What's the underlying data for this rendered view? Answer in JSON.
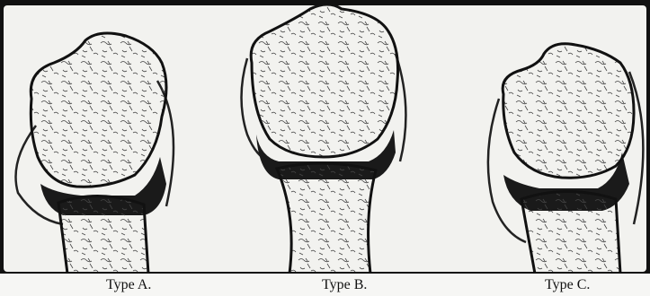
{
  "figure": {
    "captions": {
      "a": "Type A.",
      "b": "Type B.",
      "c": "Type C."
    }
  },
  "colors": {
    "background": "#f2f2ef",
    "ink": "#111111",
    "cartilage": "#1a1a1a"
  }
}
